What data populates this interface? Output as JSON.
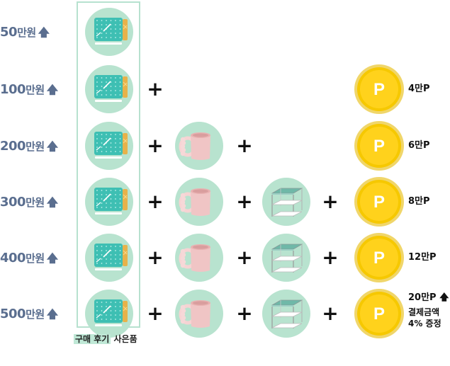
{
  "tiers": [
    {
      "amount": "50",
      "unit": "만원",
      "arrow": "🡅",
      "items": [
        "board"
      ],
      "reward": []
    },
    {
      "amount": "100",
      "unit": "만원",
      "arrow": "🡅",
      "items": [
        "board"
      ],
      "reward": [
        "4만P"
      ]
    },
    {
      "amount": "200",
      "unit": "만원",
      "arrow": "🡅",
      "items": [
        "board",
        "mug"
      ],
      "reward": [
        "6만P"
      ]
    },
    {
      "amount": "300",
      "unit": "만원",
      "arrow": "🡅",
      "items": [
        "board",
        "mug",
        "rack"
      ],
      "reward": [
        "8만P"
      ]
    },
    {
      "amount": "400",
      "unit": "만원",
      "arrow": "🡅",
      "items": [
        "board",
        "mug",
        "rack"
      ],
      "reward": [
        "12만P"
      ]
    },
    {
      "amount": "500",
      "unit": "만원",
      "arrow": "🡅",
      "items": [
        "board",
        "mug",
        "rack"
      ],
      "reward": [
        "20만P 🡅",
        "결제금액",
        "4% 증정"
      ]
    }
  ],
  "plus_sign": "+",
  "coin_letter": "P",
  "gift_label": {
    "highlight": "구매 후기",
    "rest": " 사은품"
  },
  "colors": {
    "tier_text": "#5a6e8f",
    "circle_bg": "#b8e3cf",
    "board": "#3ebfb3",
    "coin": "#f6c800",
    "mug": "#f0c5c5"
  },
  "icons": {
    "board": "pegboard-icon",
    "mug": "pink-mug-icon",
    "rack": "glass-shelf-icon",
    "coin": "point-coin-icon",
    "arrow": "up-arrow-icon"
  }
}
